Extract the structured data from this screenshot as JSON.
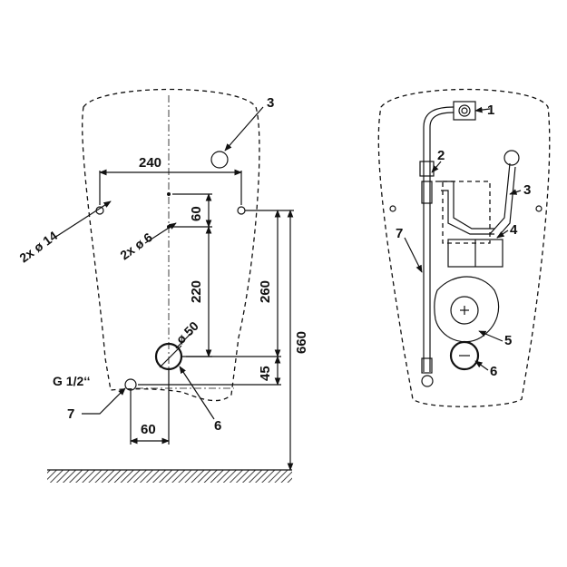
{
  "dimensions": {
    "width_240": "240",
    "spacing_60_top": "60",
    "height_220": "220",
    "height_260": "260",
    "height_660": "660",
    "height_45": "45",
    "width_60_bottom": "60",
    "hole_14": "2x ø 14",
    "hole_6": "2x ø 6",
    "pipe_50": "ø 50",
    "thread": "G 1/2‘‘"
  },
  "callouts": {
    "left_3": "3",
    "left_6": "6",
    "left_7": "7",
    "right_1": "1",
    "right_2": "2",
    "right_3": "3",
    "right_4": "4",
    "right_5": "5",
    "right_6": "6",
    "right_7": "7"
  }
}
